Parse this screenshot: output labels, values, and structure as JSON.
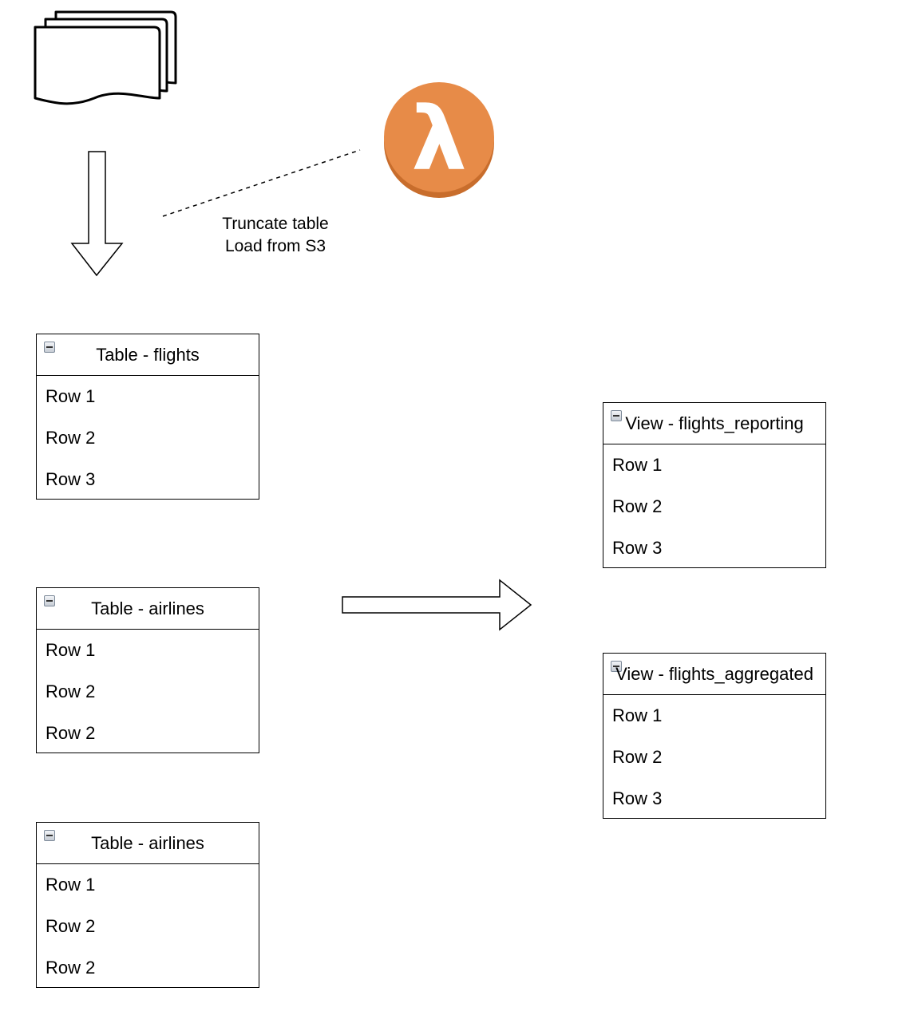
{
  "annotation": {
    "line1": "Truncate table",
    "line2": "Load from S3"
  },
  "lambda": {
    "glyph": "λ",
    "color": "#E78B48",
    "shade": "#C86D2C"
  },
  "tables": [
    {
      "title": "Table - flights",
      "rows": [
        "Row 1",
        "Row 2",
        "Row 3"
      ]
    },
    {
      "title": "Table - airlines",
      "rows": [
        "Row 1",
        "Row 2",
        "Row 2"
      ]
    },
    {
      "title": "Table - airlines",
      "rows": [
        "Row 1",
        "Row 2",
        "Row 2"
      ]
    }
  ],
  "views": [
    {
      "title": "View - flights_reporting",
      "rows": [
        "Row 1",
        "Row 2",
        "Row 3"
      ]
    },
    {
      "title": "View - flights_aggregated",
      "rows": [
        "Row 1",
        "Row 2",
        "Row 3"
      ]
    }
  ]
}
